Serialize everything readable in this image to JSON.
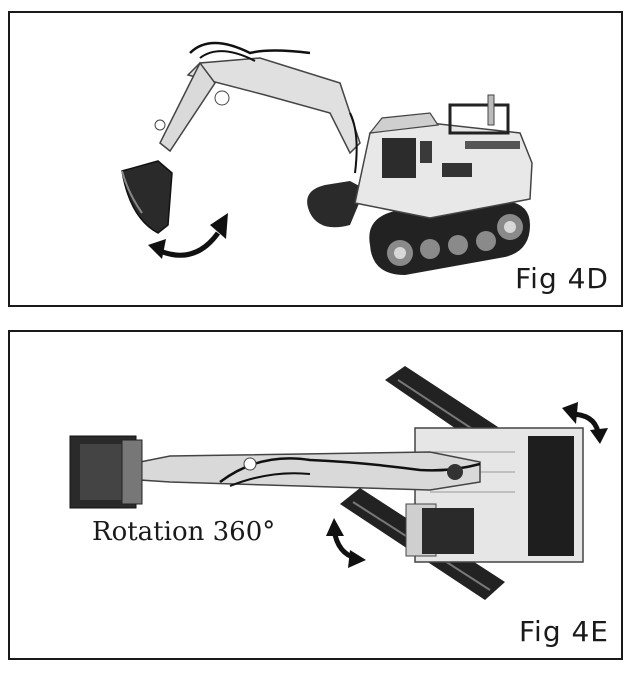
{
  "figures": [
    {
      "label": "Fig 4D"
    },
    {
      "label": "Fig 4E",
      "caption": "Rotation 360°"
    }
  ],
  "colors": {
    "border": "#1a1a1a",
    "body_light": "#e4e4e4",
    "body_mid": "#bdbdbd",
    "track_dark": "#1e1e1e"
  },
  "icons": [
    "excavator-side-view",
    "excavator-top-view",
    "curved-rotation-arrow-icon"
  ]
}
